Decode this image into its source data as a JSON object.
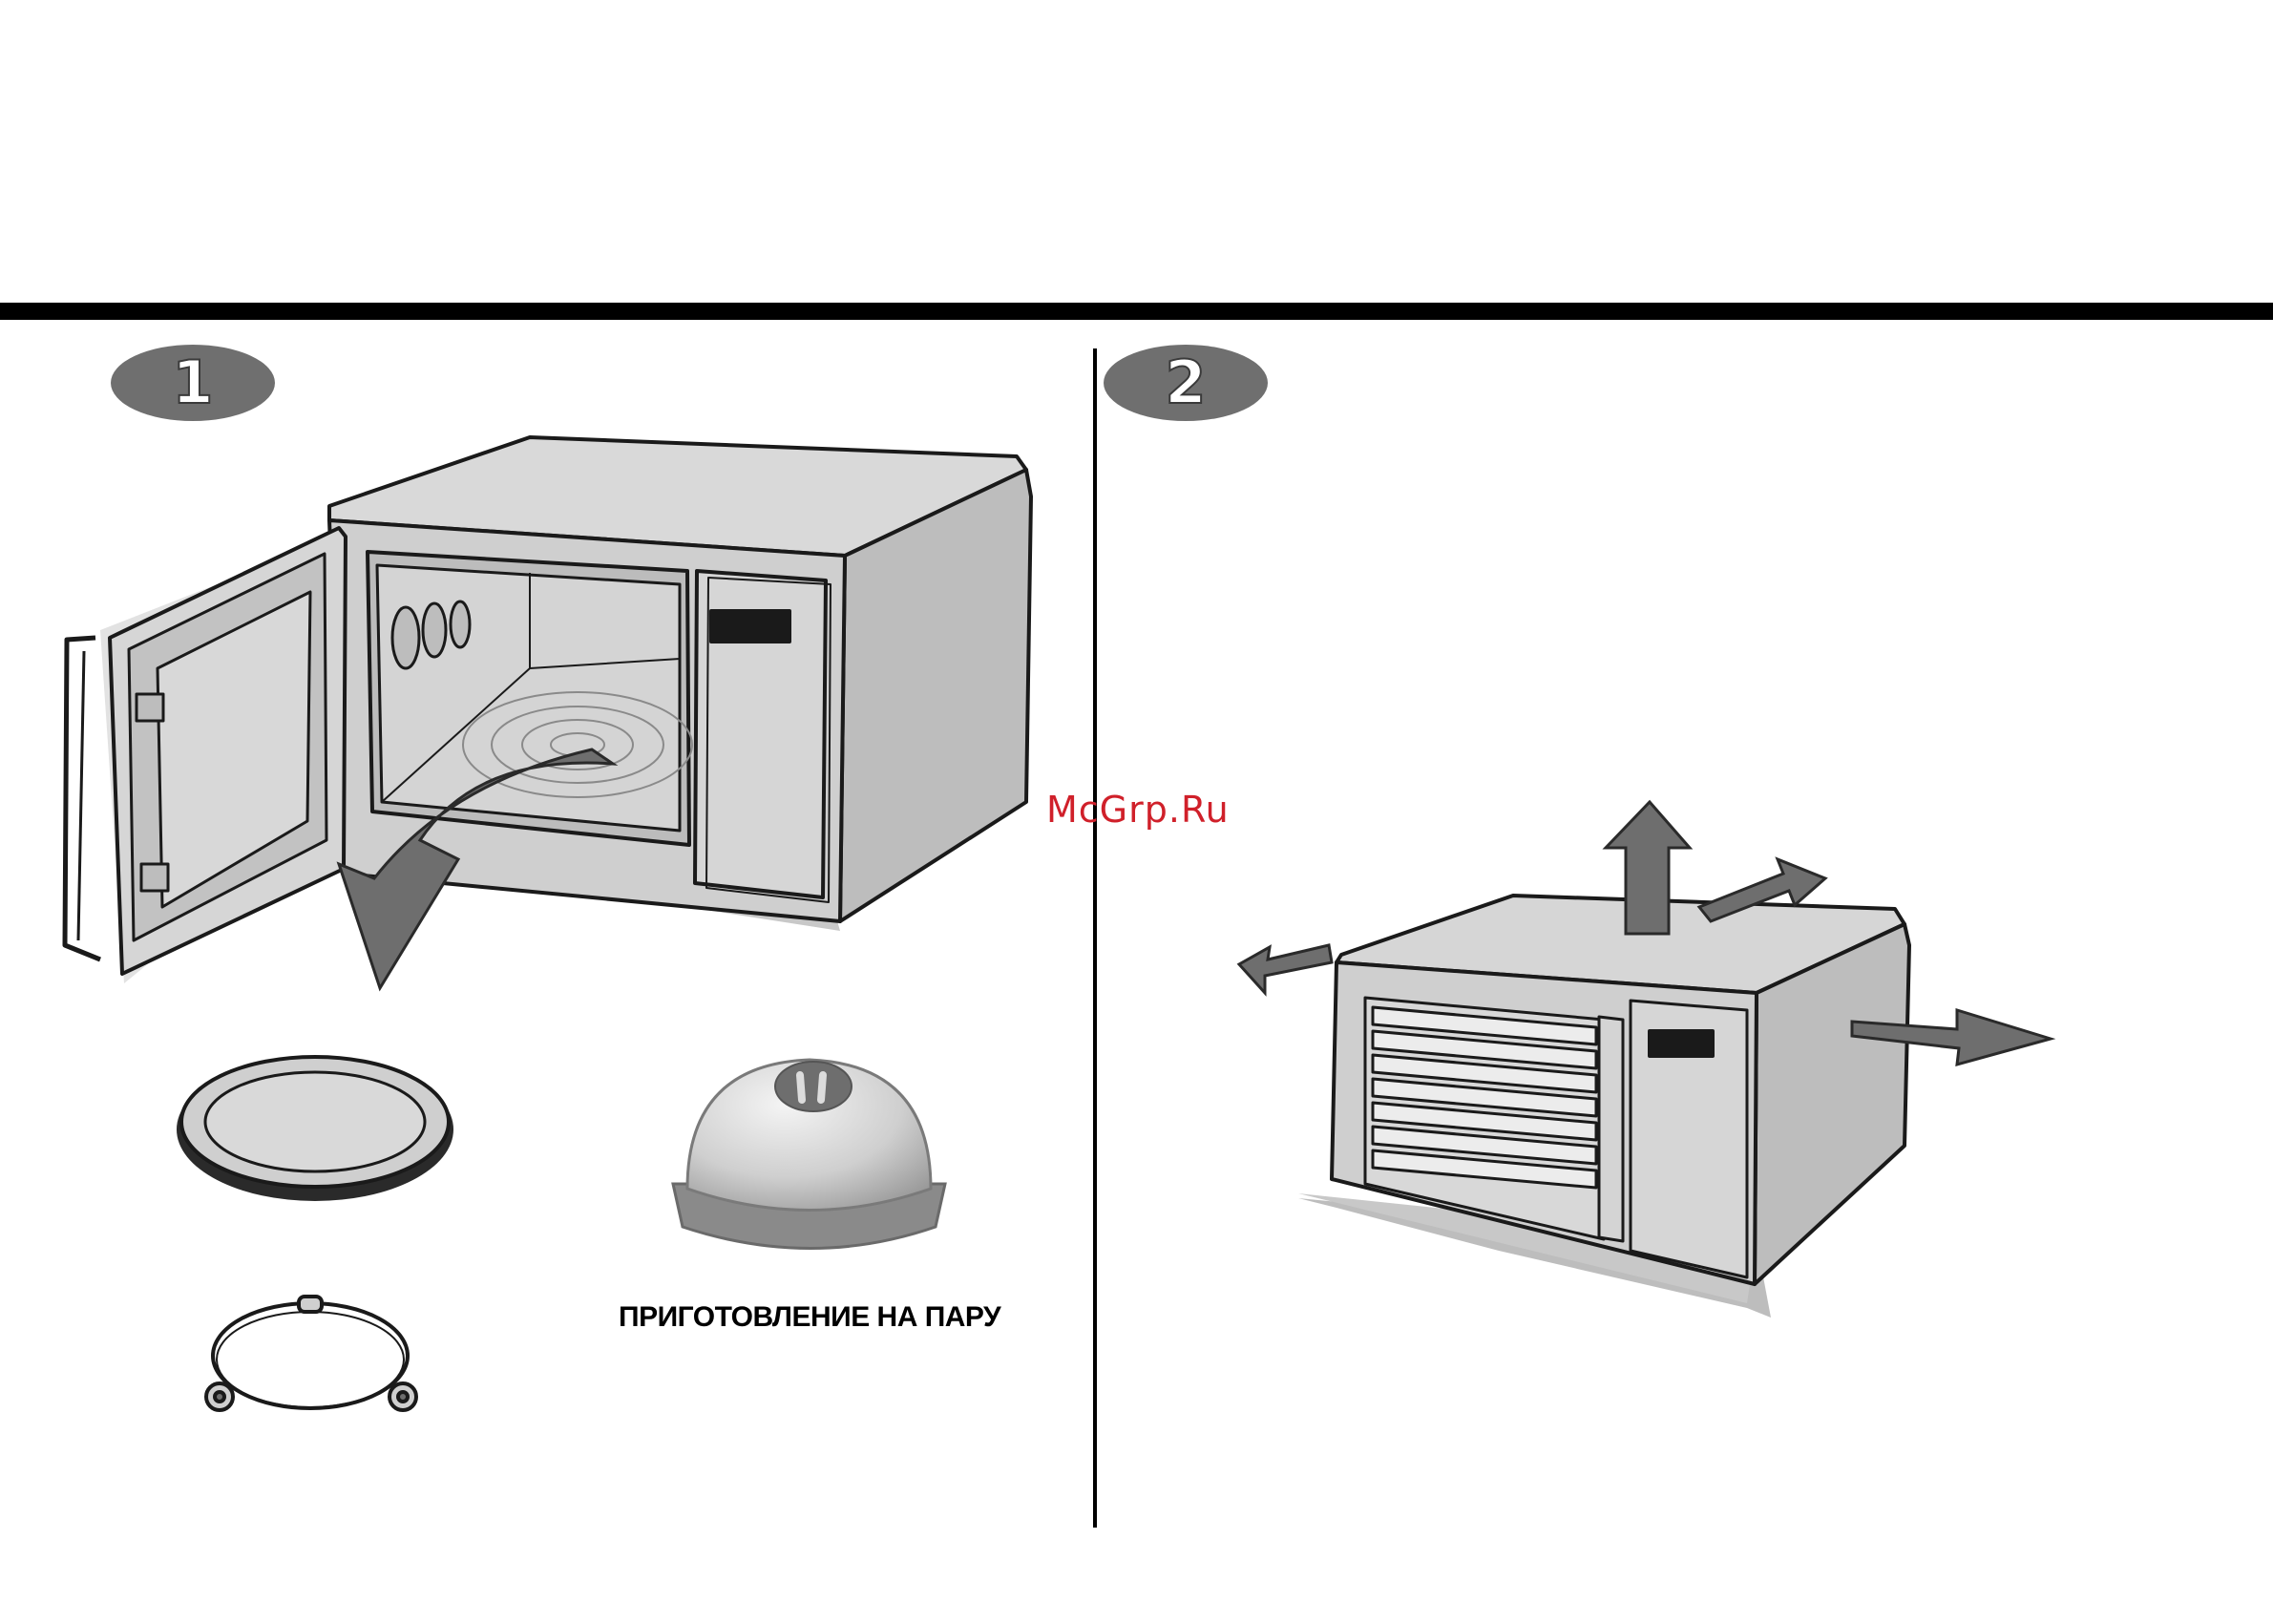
{
  "steps": [
    {
      "number": "1"
    },
    {
      "number": "2"
    }
  ],
  "captions": {
    "steam_cooking": "ПРИГОТОВЛЕНИЕ НА ПАРУ"
  },
  "watermark": "McGrp.Ru",
  "icons": [
    "microwave-open-door-icon",
    "turntable-arrow-icon",
    "glass-tray-icon",
    "roller-ring-icon",
    "steam-cover-icon",
    "microwave-closed-icon",
    "ventilation-arrow-icon"
  ],
  "colors": {
    "rule": "#000000",
    "appliance_fill": "#d2d2d2",
    "arrow_fill": "#6e6e6e",
    "badge_fill": "#6f6f6f",
    "watermark": "#d0202a"
  }
}
